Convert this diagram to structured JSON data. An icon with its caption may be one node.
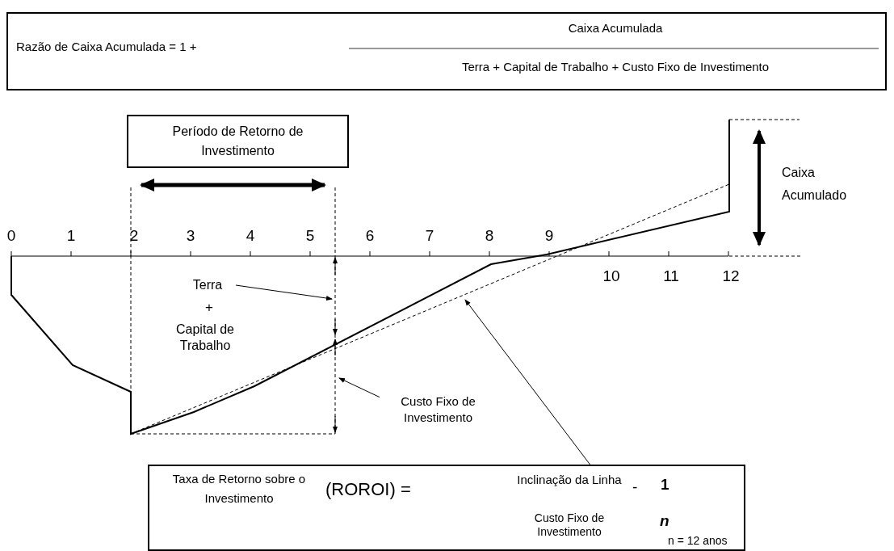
{
  "diagram": {
    "nodes": [
      {
        "text": [
          "Razão de Caixa Acumulada = 1 +",
          "Caixa Acumulada",
          "Terra + Capital de Trabalho + Custo Fixo de Investimento"
        ]
      },
      {
        "text": [
          "Período de Retorno de Investimento"
        ]
      },
      {
        "text": [
          "Terra"
        ]
      },
      {
        "text": [
          "Custo Fixo de Investimento"
        ]
      },
      {
        "text": [
          "Caixa Acumulado"
        ]
      },
      {
        "text": [
          "Taxa de Retorno sobre o Investimento",
          "(ROROI) =",
          "Inclinação da Linha",
          "Custo Fixo de Investimento",
          "-",
          "1",
          "n",
          "n = 12 anos"
        ]
      }
    ],
    "edges": [
      {
        "from": 2,
        "to": null,
        "arrow": "to"
      },
      {
        "from": 3,
        "to": null,
        "arrow": "to"
      },
      {
        "from": 5,
        "to": null,
        "arrow": "to"
      }
    ],
    "labels": [
      "0",
      "1",
      "2",
      "3",
      "4",
      "5",
      "6",
      "7",
      "8",
      "9",
      "10",
      "11",
      "12",
      "+",
      "Capital de Trabalho"
    ]
  }
}
